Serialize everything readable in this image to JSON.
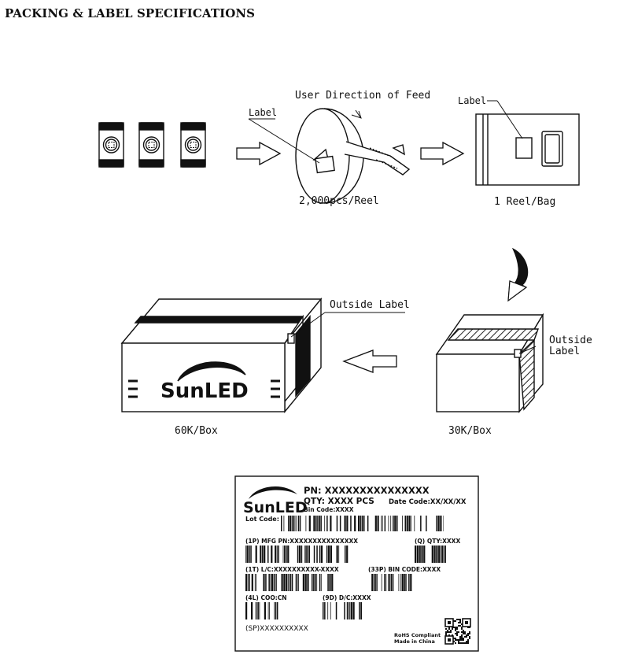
{
  "title": "PACKING & LABEL SPECIFICATIONS",
  "row1": {
    "feed_direction": "User Direction of Feed",
    "reel_label": "Label",
    "reel_qty": "2,000pcs/Reel",
    "bag_label": "Label",
    "bag_qty": "1 Reel/Bag"
  },
  "row2": {
    "big_box_label": "Outside Label",
    "big_box_qty": "60K/Box",
    "small_box_label_line1": "Outside",
    "small_box_label_line2": "Label",
    "small_box_qty": "30K/Box",
    "brand": "SunLED"
  },
  "label_card": {
    "brand": "SunLED",
    "pn": "PN: XXXXXXXXXXXXXXX",
    "qty": "QTY: XXXX PCS",
    "date_code": "Date Code:XX/XX/XX",
    "bin_code": "Bin Code:XXXX",
    "lot_code": "Lot Code:",
    "mfg_pn": "(1P) MFG PN:XXXXXXXXXXXXXXX",
    "q_qty": "(Q) QTY:XXXX",
    "lc": "(1T) L/C:XXXXXXXXXX-XXXX",
    "bin_code2": "(33P) BIN CODE:XXXX",
    "coo": "(4L) COO:CN",
    "dc": "(9D) D/C:XXXX",
    "sp": "(SP)XXXXXXXXXX",
    "rohs": "RoHS Compliant",
    "made_in": "Made in China"
  }
}
